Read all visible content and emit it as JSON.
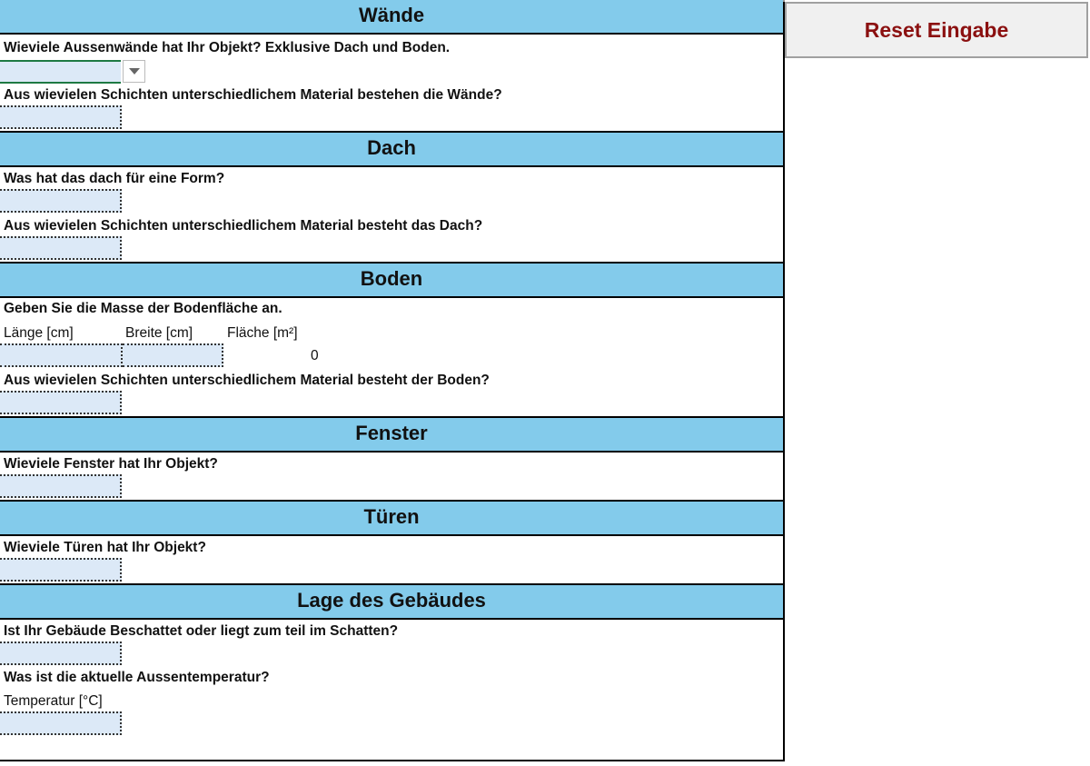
{
  "reset_button": "Reset Eingabe",
  "sections": {
    "waende": {
      "title": "Wände",
      "q1": "Wieviele Aussenwände hat Ihr Objekt? Exklusive Dach und Boden.",
      "q2": "Aus wievielen Schichten unterschiedlichem Material bestehen die Wände?"
    },
    "dach": {
      "title": "Dach",
      "q1": "Was hat das dach für eine Form?",
      "q2": "Aus wievielen Schichten unterschiedlichem Material besteht das Dach?"
    },
    "boden": {
      "title": "Boden",
      "q1": "Geben Sie die Masse der Bodenfläche an.",
      "laenge": "Länge [cm]",
      "breite": "Breite [cm]",
      "flaeche": "Fläche [m²]",
      "flaeche_value": "0",
      "q2": "Aus wievielen Schichten unterschiedlichem Material besteht der Boden?"
    },
    "fenster": {
      "title": "Fenster",
      "q1": "Wieviele Fenster hat Ihr Objekt?"
    },
    "tueren": {
      "title": "Türen",
      "q1": "Wieviele Türen hat Ihr Objekt?"
    },
    "lage": {
      "title": "Lage des Gebäudes",
      "q1": "Ist Ihr Gebäude Beschattet oder liegt zum teil im Schatten?",
      "q2": "Was ist die aktuelle Aussentemperatur?",
      "temp": "Temperatur [°C]"
    }
  },
  "colors": {
    "header": "#83cbeb",
    "input": "#dce9f7",
    "reset_text": "#8b1010"
  }
}
